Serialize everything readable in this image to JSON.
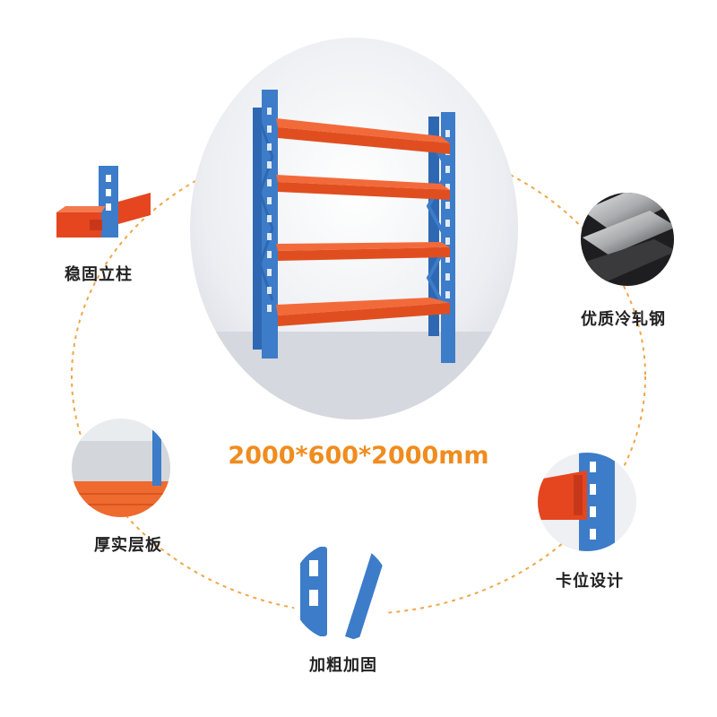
{
  "product": {
    "dimensions": "2000*600*2000mm",
    "colors": {
      "upright_blue": "#3d7cc9",
      "beam_orange": "#ef5a2a",
      "accent_text": "#f08c1e",
      "dashed_line": "#f0a64a"
    }
  },
  "features": [
    {
      "id": "stable-upright",
      "label": "稳固立柱",
      "icon": "upright-joint-icon"
    },
    {
      "id": "cold-rolled-steel",
      "label": "优质冷轧钢",
      "icon": "steel-sheet-icon"
    },
    {
      "id": "thick-shelf",
      "label": "厚实层板",
      "icon": "shelf-panel-icon"
    },
    {
      "id": "slot-design",
      "label": "卡位设计",
      "icon": "slot-hook-icon"
    },
    {
      "id": "reinforced",
      "label": "加粗加固",
      "icon": "brace-icon"
    }
  ]
}
